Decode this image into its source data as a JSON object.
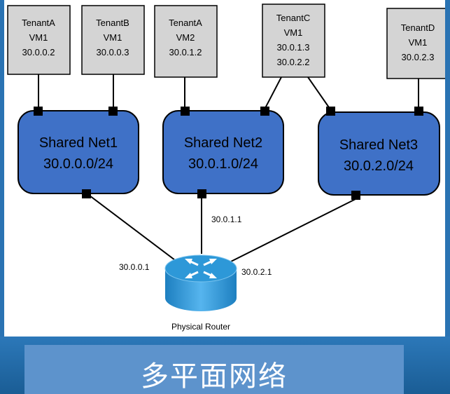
{
  "vms": [
    {
      "tenant": "TenantA",
      "vm": "VM1",
      "ips": [
        "30.0.0.2"
      ]
    },
    {
      "tenant": "TenantB",
      "vm": "VM1",
      "ips": [
        "30.0.0.3"
      ]
    },
    {
      "tenant": "TenantA",
      "vm": "VM2",
      "ips": [
        "30.0.1.2"
      ]
    },
    {
      "tenant": "TenantC",
      "vm": "VM1",
      "ips": [
        "30.0.1.3",
        "30.0.2.2"
      ]
    },
    {
      "tenant": "TenantD",
      "vm": "VM1",
      "ips": [
        "30.0.2.3"
      ]
    }
  ],
  "networks": [
    {
      "name": "Shared Net1",
      "cidr": "30.0.0.0/24"
    },
    {
      "name": "Shared Net2",
      "cidr": "30.0.1.0/24"
    },
    {
      "name": "Shared Net3",
      "cidr": "30.0.2.0/24"
    }
  ],
  "router": {
    "label": "Physical Router"
  },
  "uplink_ips": [
    "30.0.0.1",
    "30.0.1.1",
    "30.0.2.1"
  ],
  "caption": "多平面网络",
  "colors": {
    "vm_box": "#d4d4d4",
    "network": "#3f71c7",
    "router": "#2d98d8",
    "background_band": "#1d5f95",
    "caption_box": "#5d93cc"
  }
}
